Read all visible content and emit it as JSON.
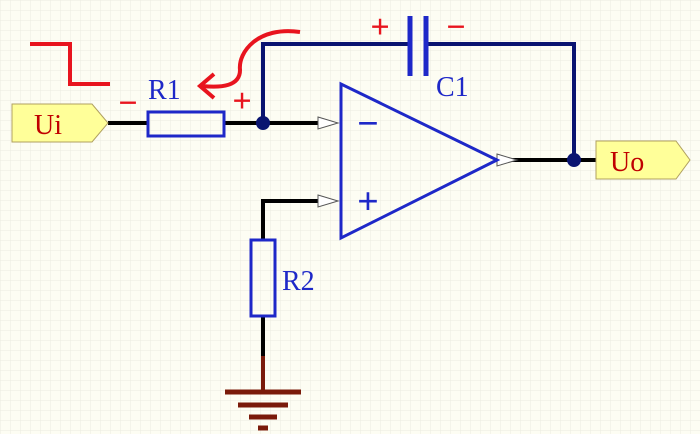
{
  "colors": {
    "background": "#fdfdf3",
    "grid": "#ebebe0",
    "wire": "#000000",
    "component": "#1e28c8",
    "annotation": "#e8141e",
    "port_fill": "#ffff99",
    "port_text": "#c00000",
    "ground": "#7a1a0a",
    "junction": "#0a1470"
  },
  "labels": {
    "r1": "R1",
    "r2": "R2",
    "c1": "C1",
    "input_port": "Ui",
    "output_port": "Uo",
    "opamp_inverting": "−",
    "opamp_noninverting": "+",
    "cap_left_polarity": "+",
    "cap_right_polarity": "−",
    "r1_left_polarity": "−",
    "r1_right_polarity": "+"
  }
}
